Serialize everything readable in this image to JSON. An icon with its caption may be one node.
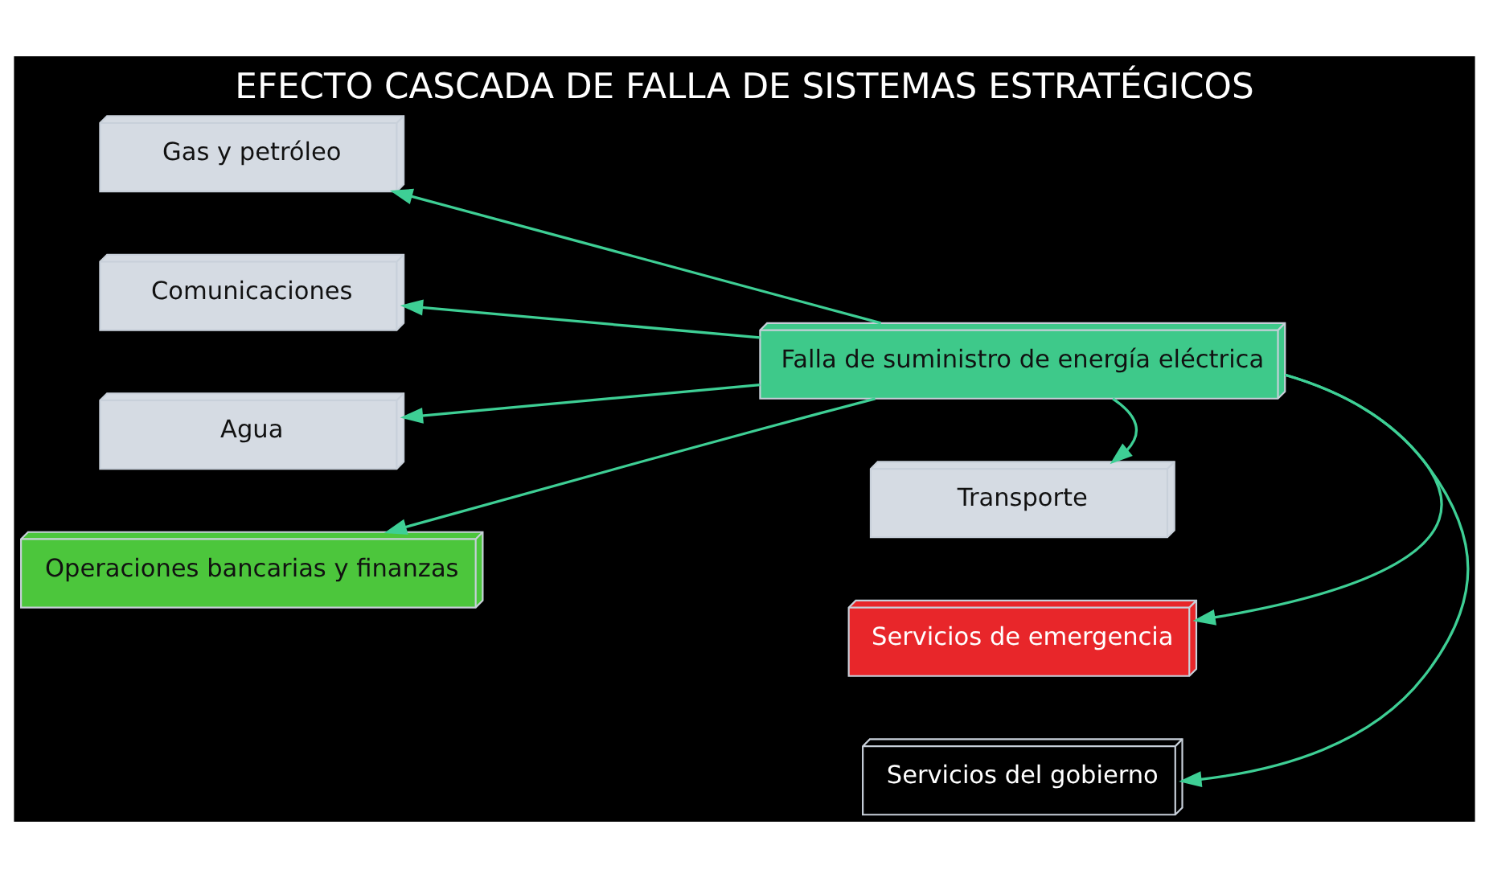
{
  "diagram": {
    "title": "EFECTO CASCADA DE FALLA DE SISTEMAS ESTRATÉGICOS",
    "nodes": [
      {
        "text": [
          "Gas y petróleo"
        ]
      },
      {
        "text": [
          "Falla de suministro de energía eléctrica"
        ]
      },
      {
        "text": [
          "Comunicaciones"
        ]
      },
      {
        "text": [
          "Transporte"
        ]
      },
      {
        "text": [
          "Agua"
        ]
      },
      {
        "text": [
          "Servicios de emergencia"
        ]
      },
      {
        "text": [
          "Operaciones bancarias y finanzas"
        ]
      },
      {
        "text": [
          "Servicios del gobierno"
        ]
      }
    ],
    "edges": [
      {
        "from": 1,
        "to": 0,
        "arrow": "to"
      },
      {
        "from": 1,
        "to": 2,
        "arrow": "to"
      },
      {
        "from": 1,
        "to": 4,
        "arrow": "to"
      },
      {
        "from": 1,
        "to": 6,
        "arrow": "to"
      },
      {
        "from": 1,
        "to": 3,
        "arrow": "to"
      },
      {
        "from": 1,
        "to": 5,
        "arrow": "to"
      },
      {
        "from": 1,
        "to": 7,
        "arrow": "to"
      }
    ]
  }
}
